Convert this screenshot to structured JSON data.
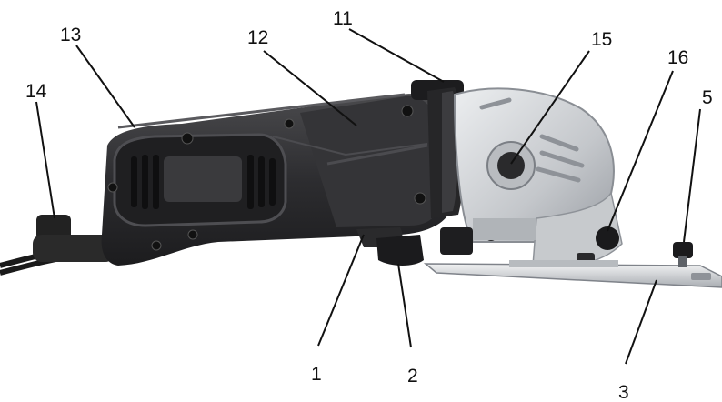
{
  "callouts": {
    "c1": "1",
    "c2": "2",
    "c3": "3",
    "c5": "5",
    "c11": "11",
    "c12": "12",
    "c13": "13",
    "c14": "14",
    "c15": "15",
    "c16": "16"
  },
  "colors": {
    "body": "#2b2b2d",
    "grip": "#3a3a3c",
    "metal": "#c9ccd0",
    "metal_dark": "#8e9298",
    "base_plate": "#d8dadd"
  }
}
